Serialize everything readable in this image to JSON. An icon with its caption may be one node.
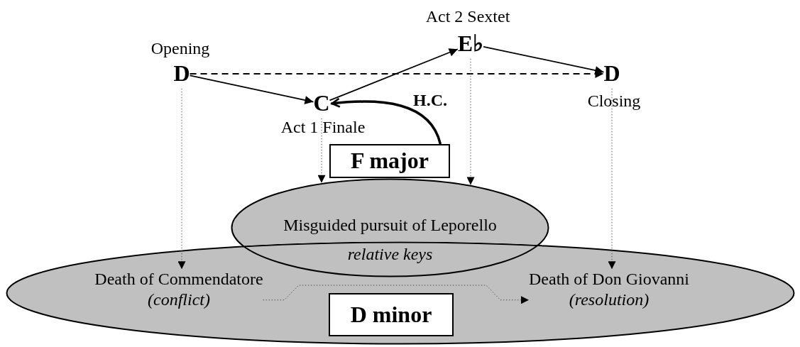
{
  "diagram": {
    "nodes": [
      {
        "text": [
          "D"
        ],
        "beside": [
          "Opening"
        ]
      },
      {
        "text": [
          "C"
        ],
        "beside": [
          "Act 1 Finale"
        ]
      },
      {
        "text": [
          "E♭"
        ],
        "beside": [
          "Act 2 Sextet"
        ]
      },
      {
        "text": [
          "D"
        ],
        "beside": [
          "Closing"
        ]
      },
      {
        "text": [
          "F major"
        ]
      },
      {
        "text": [
          "Misguided pursuit of Leporello",
          "relative keys"
        ]
      },
      {
        "text": [],
        "shape": "ellipse"
      },
      {
        "text": [
          "Death of Commendatore",
          "(conflict)"
        ],
        "in": 6
      },
      {
        "text": [
          "D minor"
        ],
        "in": 6
      },
      {
        "text": [
          "Death of Don Giovanni",
          "(resolution)"
        ],
        "in": 6
      }
    ],
    "edges": [
      {
        "from": 0,
        "to": 1,
        "arrow": "to"
      },
      {
        "from": 1,
        "to": 2,
        "arrow": "to"
      },
      {
        "from": 2,
        "to": 3,
        "arrow": "to"
      },
      {
        "from": 0,
        "to": 3,
        "arrow": "to",
        "style": "dashed"
      },
      {
        "from": 4,
        "to": 1,
        "arrow": "to",
        "style": "thick",
        "label": "H.C."
      },
      {
        "from": 0,
        "to": 7,
        "arrow": "to",
        "style": "dashed",
        "color": "#555555"
      },
      {
        "from": 1,
        "to": 5,
        "arrow": "to",
        "style": "dashed",
        "color": "#555555"
      },
      {
        "from": 2,
        "to": 5,
        "arrow": "to",
        "style": "dashed",
        "color": "#555555"
      },
      {
        "from": 3,
        "to": 9,
        "arrow": "to",
        "style": "dashed",
        "color": "#555555"
      },
      {
        "from": 7,
        "to": 9,
        "arrow": "to",
        "style": "dashed",
        "color": "#555555"
      }
    ]
  }
}
